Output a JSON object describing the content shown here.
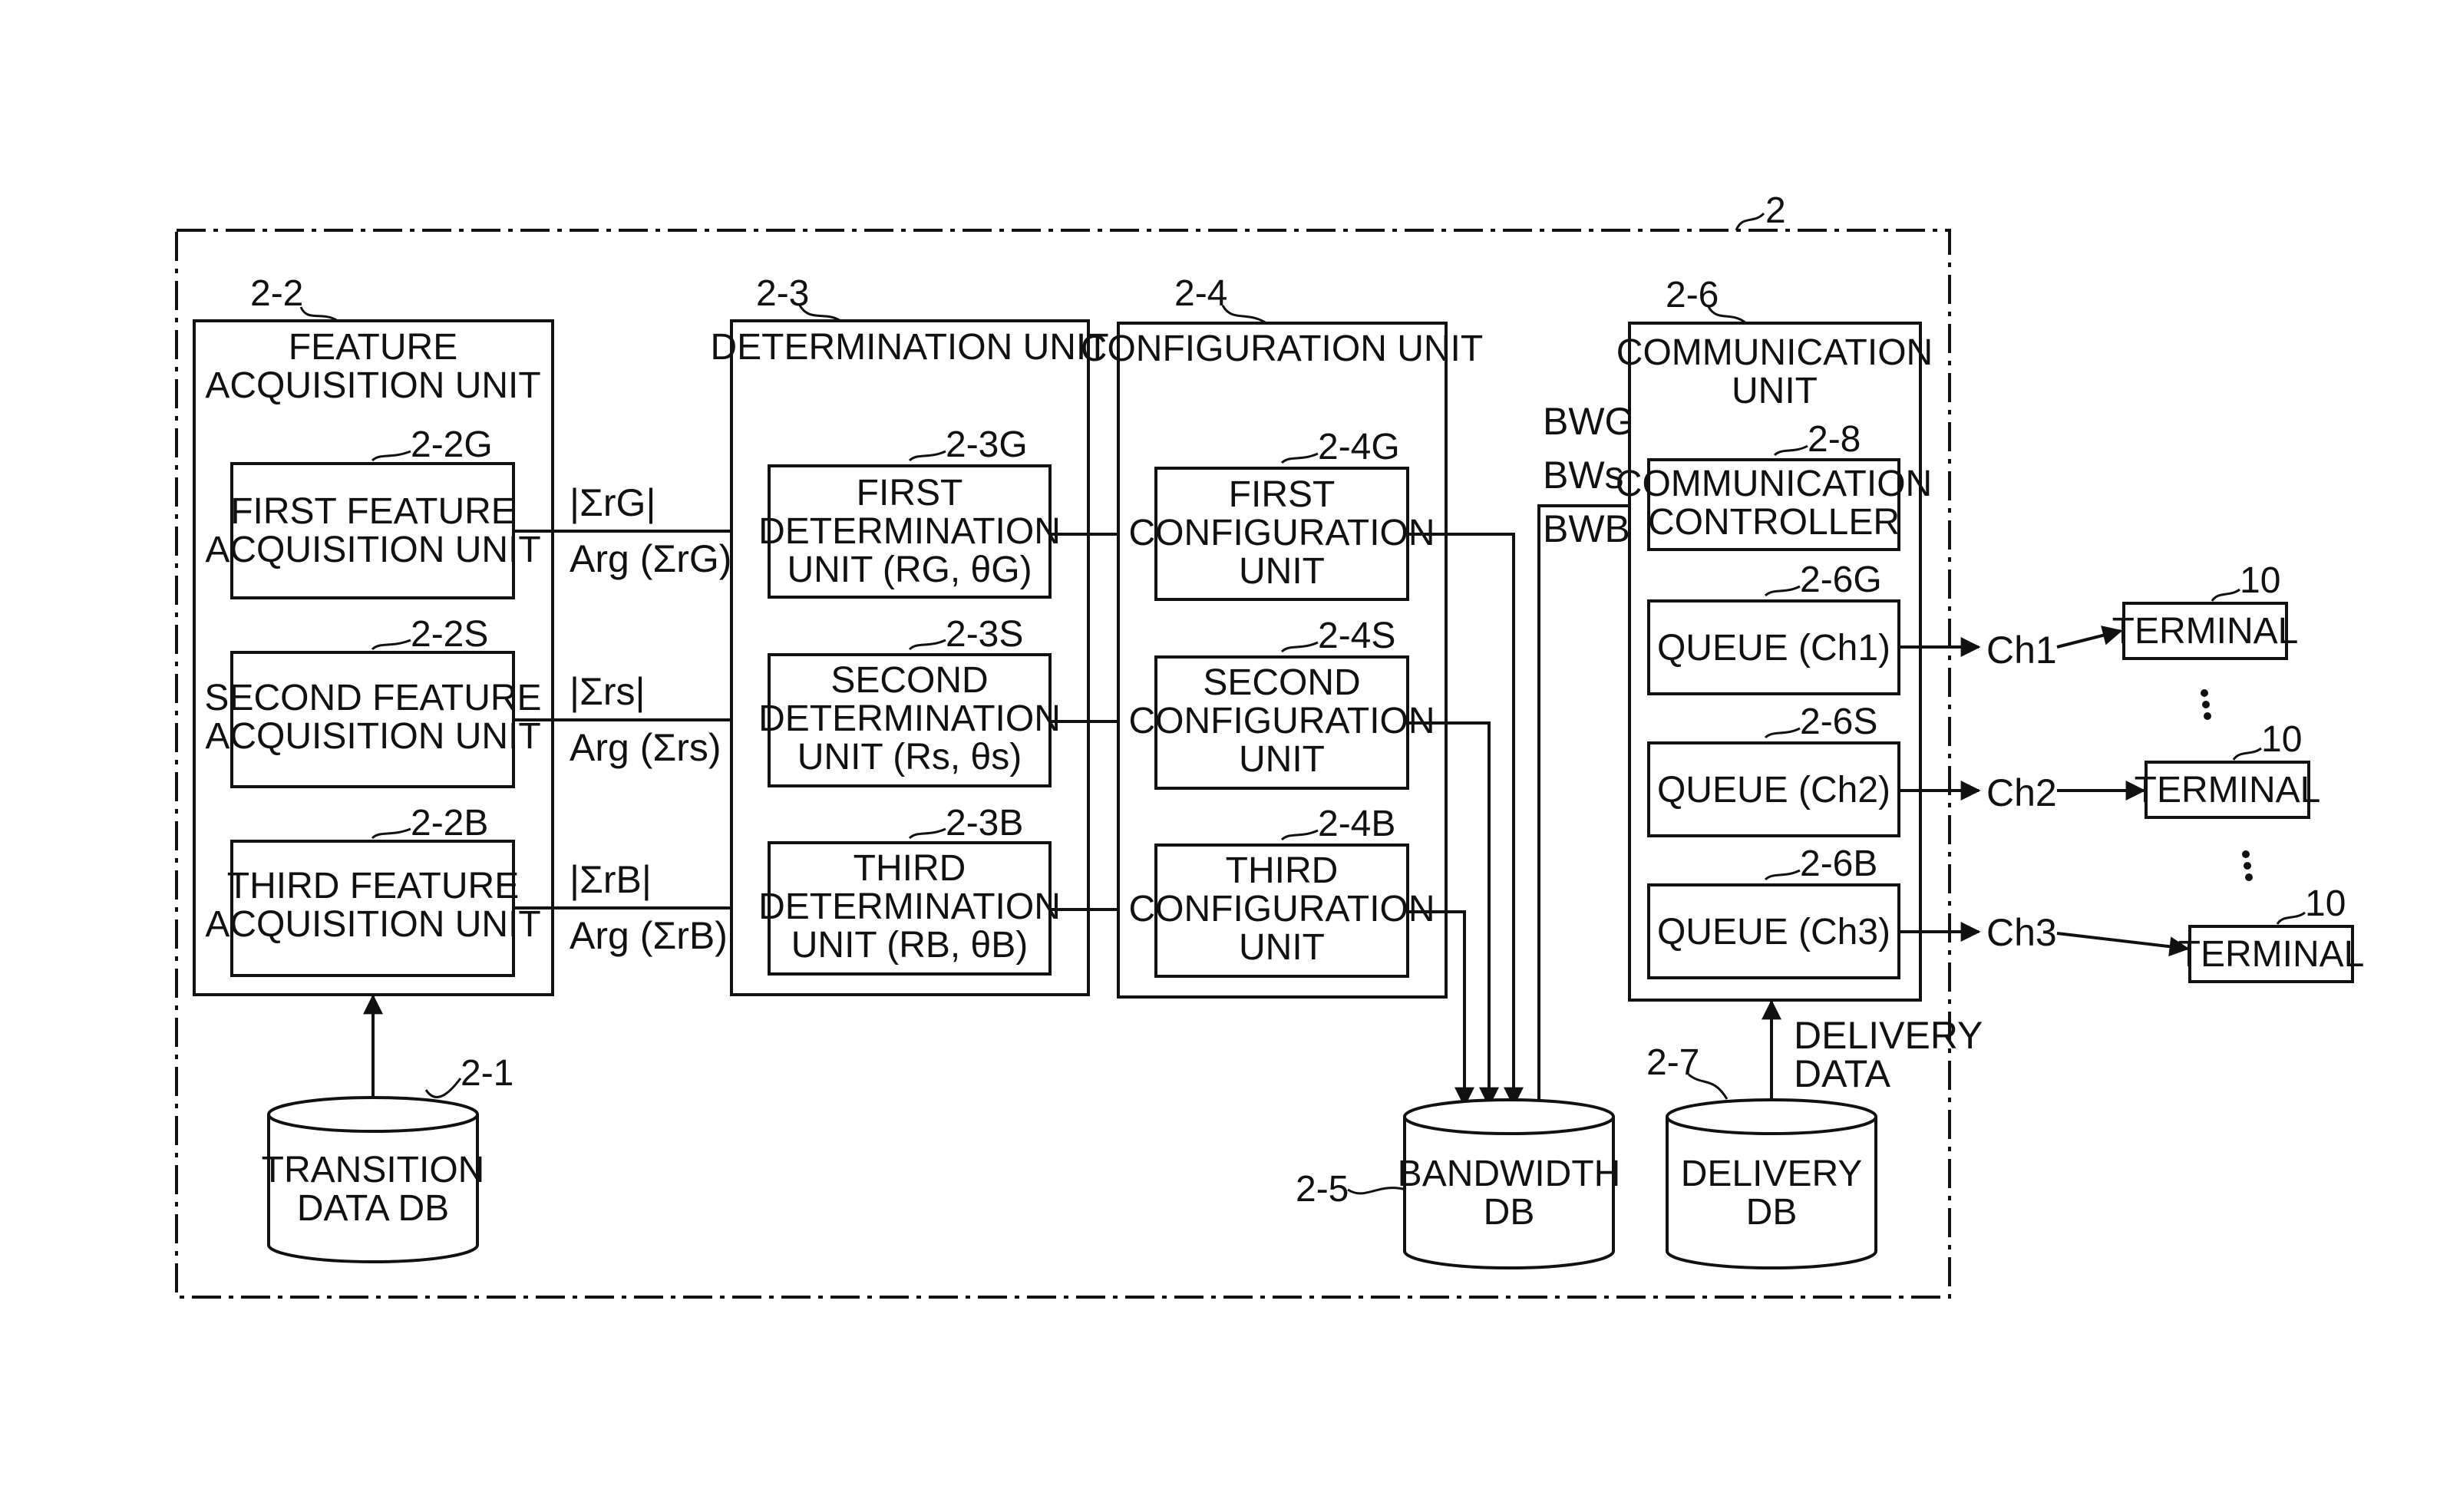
{
  "system": {
    "ref": "2"
  },
  "feature_unit": {
    "ref": "2-2",
    "title": [
      "FEATURE",
      "ACQUISITION UNIT"
    ],
    "subunits": [
      {
        "ref": "2-2G",
        "lines": [
          "FIRST FEATURE",
          "ACQUISITION UNIT"
        ]
      },
      {
        "ref": "2-2S",
        "lines": [
          "SECOND FEATURE",
          "ACQUISITION UNIT"
        ]
      },
      {
        "ref": "2-2B",
        "lines": [
          "THIRD FEATURE",
          "ACQUISITION UNIT"
        ]
      }
    ]
  },
  "signals": [
    {
      "magnitude": "|ΣrG|",
      "argument": "Arg (ΣrG)"
    },
    {
      "magnitude": "|Σrs|",
      "argument": "Arg (Σrs)"
    },
    {
      "magnitude": "|ΣrB|",
      "argument": "Arg (ΣrB)"
    }
  ],
  "determination_unit": {
    "ref": "2-3",
    "title": "DETERMINATION UNIT",
    "subunits": [
      {
        "ref": "2-3G",
        "lines": [
          "FIRST",
          "DETERMINATION",
          "UNIT (RG, θG)"
        ]
      },
      {
        "ref": "2-3S",
        "lines": [
          "SECOND",
          "DETERMINATION",
          "UNIT (Rs, θs)"
        ]
      },
      {
        "ref": "2-3B",
        "lines": [
          "THIRD",
          "DETERMINATION",
          "UNIT (RB, θB)"
        ]
      }
    ]
  },
  "configuration_unit": {
    "ref": "2-4",
    "title": "CONFIGURATION UNIT",
    "subunits": [
      {
        "ref": "2-4G",
        "lines": [
          "FIRST",
          "CONFIGURATION",
          "UNIT"
        ]
      },
      {
        "ref": "2-4S",
        "lines": [
          "SECOND",
          "CONFIGURATION",
          "UNIT"
        ]
      },
      {
        "ref": "2-4B",
        "lines": [
          "THIRD",
          "CONFIGURATION",
          "UNIT"
        ]
      }
    ]
  },
  "bandwidth_labels": [
    "BWG",
    "BWs",
    "BWB"
  ],
  "communication_unit": {
    "ref": "2-6",
    "title": [
      "COMMUNICATION",
      "UNIT"
    ],
    "controller": {
      "ref": "2-8",
      "lines": [
        "COMMUNICATION",
        "CONTROLLER"
      ]
    },
    "queues": [
      {
        "ref": "2-6G",
        "label": "QUEUE (Ch1)",
        "channel": "Ch1"
      },
      {
        "ref": "2-6S",
        "label": "QUEUE (Ch2)",
        "channel": "Ch2"
      },
      {
        "ref": "2-6B",
        "label": "QUEUE (Ch3)",
        "channel": "Ch3"
      }
    ]
  },
  "terminals": [
    {
      "ref": "10",
      "label": "TERMINAL"
    },
    {
      "ref": "10",
      "label": "TERMINAL"
    },
    {
      "ref": "10",
      "label": "TERMINAL"
    }
  ],
  "databases": {
    "transition": {
      "ref": "2-1",
      "lines": [
        "TRANSITION",
        "DATA DB"
      ]
    },
    "bandwidth": {
      "ref": "2-5",
      "lines": [
        "BANDWIDTH",
        "DB"
      ]
    },
    "delivery": {
      "ref": "2-7",
      "lines": [
        "DELIVERY",
        "DB"
      ]
    }
  },
  "delivery_data_label": [
    "DELIVERY",
    "DATA"
  ]
}
